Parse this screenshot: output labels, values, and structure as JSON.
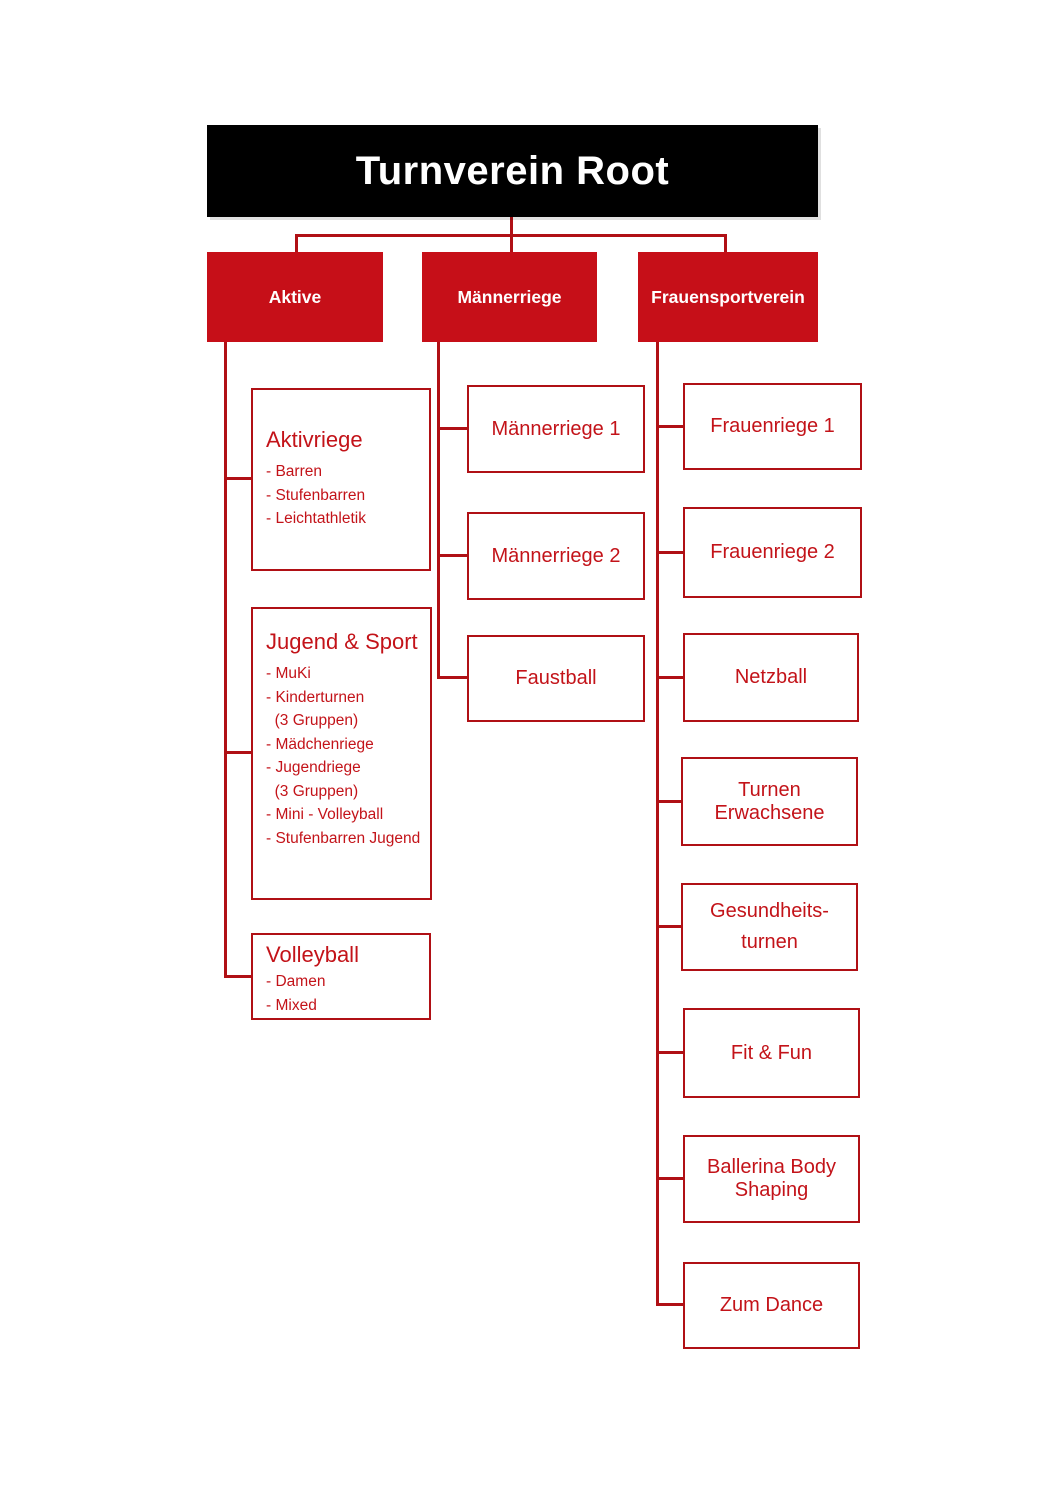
{
  "colors": {
    "header_fill": "#c60f18",
    "line": "#b01015",
    "text_red": "#c31319",
    "title_bg": "#000000",
    "title_text": "#ffffff"
  },
  "title": "Turnverein Root",
  "branches": {
    "aktive": {
      "label": "Aktive",
      "children": [
        {
          "title": "Aktivriege",
          "items": [
            "- Barren",
            "- Stufenbarren",
            "- Leichtathletik"
          ]
        },
        {
          "title": "Jugend & Sport",
          "items": [
            "- MuKi",
            "- Kinderturnen",
            "  (3 Gruppen)",
            "- Mädchenriege",
            "- Jugendriege",
            "  (3 Gruppen)",
            "- Mini - Volleyball",
            "- Stufenbarren Jugend"
          ]
        },
        {
          "title": "Volleyball",
          "items": [
            "- Damen",
            "- Mixed"
          ]
        }
      ]
    },
    "maennerriege": {
      "label": "Männerriege",
      "children": [
        {
          "label": "Männerriege 1"
        },
        {
          "label": "Männerriege 2"
        },
        {
          "label": "Faustball"
        }
      ]
    },
    "frauensportverein": {
      "label": "Frauensportverein",
      "children": [
        {
          "label": "Frauenriege 1"
        },
        {
          "label": "Frauenriege 2"
        },
        {
          "label": "Netzball"
        },
        {
          "label": "Turnen\nErwachsene"
        },
        {
          "label": "Gesundheits-\nturnen"
        },
        {
          "label": "Fit & Fun"
        },
        {
          "label": "Ballerina Body\nShaping"
        },
        {
          "label": "Zum Dance"
        }
      ]
    }
  }
}
